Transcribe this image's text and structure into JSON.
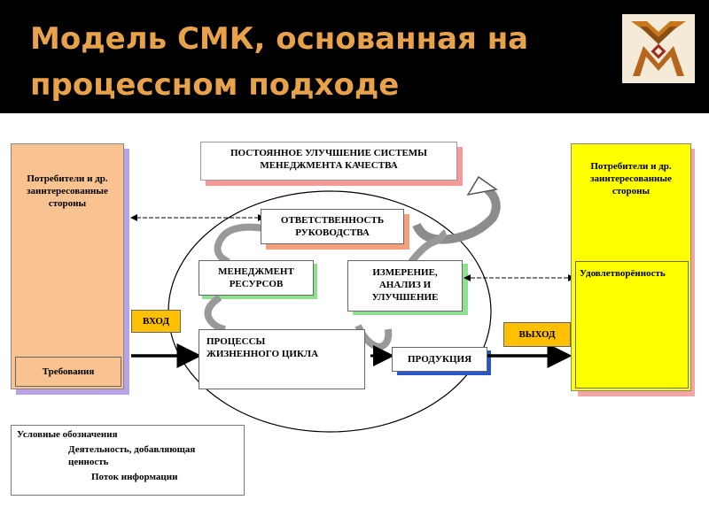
{
  "slide": {
    "title": "Модель СМК, основанная на процессном подходе"
  },
  "diagram": {
    "left_party": {
      "label": "Потребители и др. заинтересованные стороны",
      "requirements": "Требования"
    },
    "right_party": {
      "label": "Потребители и др. заинтересованные стороны",
      "satisfaction": "Удовлетворённость"
    },
    "improvement": "ПОСТОЯННОЕ УЛУЧШЕНИЕ СИСТЕМЫ МЕНЕДЖМЕНТА КАЧЕСТВА",
    "responsibility": "ОТВЕТСТВЕННОСТЬ РУКОВОДСТВА",
    "resources": "МЕНЕДЖМЕНТ РЕСУРСОВ",
    "measurement": "ИЗМЕРЕНИЕ, АНАЛИЗ И УЛУЧШЕНИЕ",
    "lifecycle": "ПРОЦЕССЫ ЖИЗНЕННОГО ЦИКЛА",
    "input": "ВХОД",
    "output": "ВЫХОД",
    "product": "ПРОДУКЦИЯ"
  },
  "legend": {
    "title": "Условные обозначения",
    "value_activity": "Деятельность, добавляющая ценность",
    "info_flow": "Поток информации"
  },
  "colors": {
    "header_bg": "#000000",
    "title": "#e8a24a",
    "left_party": "#f8c291",
    "right_party": "#ffff00",
    "input_output": "#ffc000"
  }
}
